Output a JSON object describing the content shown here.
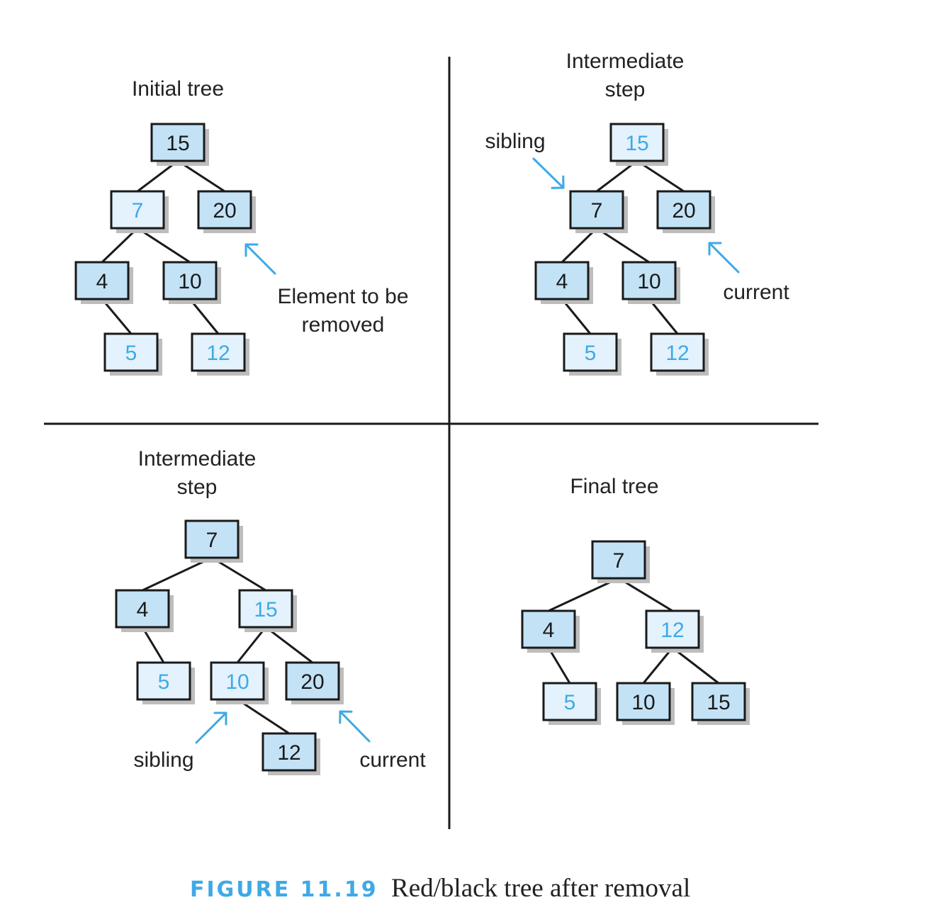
{
  "colors": {
    "black_node_fill": "#c3e2f6",
    "red_node_fill": "#e3f2fc",
    "black_node_text": "#1a1a1a",
    "red_node_text": "#3fa9e6",
    "accent": "#3fa9e6",
    "line": "#1a1a1a",
    "shadow": "#bdbdbd"
  },
  "caption": {
    "figure_number": "FIGURE 11.19",
    "text": "Red/black tree after removal"
  },
  "panels": [
    {
      "id": "initial",
      "title": [
        "Initial tree"
      ],
      "nodes": [
        {
          "id": "n15",
          "value": "15",
          "color": "black"
        },
        {
          "id": "n7",
          "value": "7",
          "color": "red"
        },
        {
          "id": "n20",
          "value": "20",
          "color": "black"
        },
        {
          "id": "n4",
          "value": "4",
          "color": "black"
        },
        {
          "id": "n10",
          "value": "10",
          "color": "black"
        },
        {
          "id": "n5",
          "value": "5",
          "color": "red"
        },
        {
          "id": "n12",
          "value": "12",
          "color": "red"
        }
      ],
      "edges": [
        [
          "n15",
          "n7"
        ],
        [
          "n15",
          "n20"
        ],
        [
          "n7",
          "n4"
        ],
        [
          "n7",
          "n10"
        ],
        [
          "n4",
          "n5"
        ],
        [
          "n10",
          "n12"
        ]
      ],
      "annotations": [
        {
          "lines": [
            "Element to be",
            "removed"
          ],
          "target": "n20"
        }
      ]
    },
    {
      "id": "step1",
      "title": [
        "Intermediate",
        "step"
      ],
      "nodes": [
        {
          "id": "n15",
          "value": "15",
          "color": "red"
        },
        {
          "id": "n7",
          "value": "7",
          "color": "black"
        },
        {
          "id": "n20",
          "value": "20",
          "color": "black"
        },
        {
          "id": "n4",
          "value": "4",
          "color": "black"
        },
        {
          "id": "n10",
          "value": "10",
          "color": "black"
        },
        {
          "id": "n5",
          "value": "5",
          "color": "red"
        },
        {
          "id": "n12",
          "value": "12",
          "color": "red"
        }
      ],
      "edges": [
        [
          "n15",
          "n7"
        ],
        [
          "n15",
          "n20"
        ],
        [
          "n7",
          "n4"
        ],
        [
          "n7",
          "n10"
        ],
        [
          "n4",
          "n5"
        ],
        [
          "n10",
          "n12"
        ]
      ],
      "annotations": [
        {
          "lines": [
            "sibling"
          ],
          "target": "n7"
        },
        {
          "lines": [
            "current"
          ],
          "target": "n20"
        }
      ]
    },
    {
      "id": "step2",
      "title": [
        "Intermediate",
        "step"
      ],
      "nodes": [
        {
          "id": "n7",
          "value": "7",
          "color": "black"
        },
        {
          "id": "n4",
          "value": "4",
          "color": "black"
        },
        {
          "id": "n15",
          "value": "15",
          "color": "red"
        },
        {
          "id": "n5",
          "value": "5",
          "color": "red"
        },
        {
          "id": "n10",
          "value": "10",
          "color": "red"
        },
        {
          "id": "n20",
          "value": "20",
          "color": "black"
        },
        {
          "id": "n12",
          "value": "12",
          "color": "black"
        }
      ],
      "edges": [
        [
          "n7",
          "n4"
        ],
        [
          "n7",
          "n15"
        ],
        [
          "n4",
          "n5"
        ],
        [
          "n15",
          "n10"
        ],
        [
          "n15",
          "n20"
        ],
        [
          "n10",
          "n12"
        ]
      ],
      "annotations": [
        {
          "lines": [
            "sibling"
          ],
          "target": "n10"
        },
        {
          "lines": [
            "current"
          ],
          "target": "n20"
        }
      ]
    },
    {
      "id": "final",
      "title": [
        "Final tree"
      ],
      "nodes": [
        {
          "id": "n7",
          "value": "7",
          "color": "black"
        },
        {
          "id": "n4",
          "value": "4",
          "color": "black"
        },
        {
          "id": "n12",
          "value": "12",
          "color": "red"
        },
        {
          "id": "n5",
          "value": "5",
          "color": "red"
        },
        {
          "id": "n10",
          "value": "10",
          "color": "black"
        },
        {
          "id": "n15",
          "value": "15",
          "color": "black"
        }
      ],
      "edges": [
        [
          "n7",
          "n4"
        ],
        [
          "n7",
          "n12"
        ],
        [
          "n4",
          "n5"
        ],
        [
          "n12",
          "n10"
        ],
        [
          "n12",
          "n15"
        ]
      ],
      "annotations": []
    }
  ]
}
